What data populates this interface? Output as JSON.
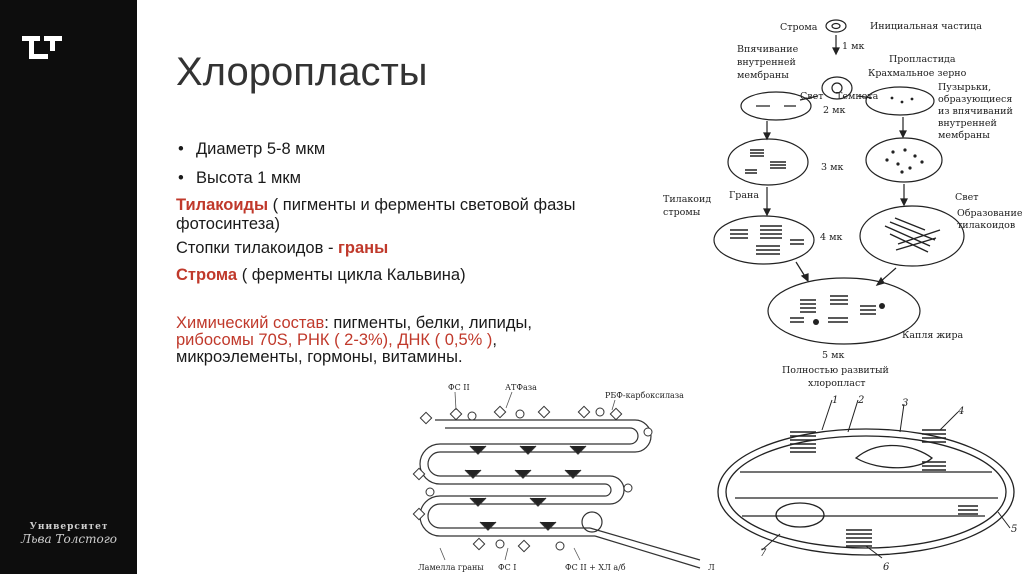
{
  "slide": {
    "title": "Хлоропласты",
    "university": {
      "line1": "Университет",
      "line2": "Льва Толстого"
    },
    "bullets": [
      "Диаметр 5-8 мкм",
      "Высота 1 мкм"
    ],
    "thylakoids": {
      "term": "Тилакоиды",
      "rest": " ( пигменты и ферменты световой фазы фотосинтеза)"
    },
    "stacks": {
      "prefix": "Стопки тилакоидов - ",
      "term": "граны"
    },
    "stroma": {
      "term": "Строма",
      "rest": " ( ферменты цикла Кальвина)"
    },
    "chem": {
      "term": "Химический состав",
      "part1": ": пигменты, белки, липиды,",
      "part2": "рибосомы 70S, РНК ( 2-3%), ДНК ( 0,5% )",
      "part3": ",",
      "part4": "микроэлементы, гормоны, витамины."
    }
  },
  "dev_diagram": {
    "labels": {
      "stroma": "Строма",
      "initial": "Инициальная частица",
      "step1": "1 мк",
      "invagination": "Впячивание внутренней мембраны",
      "proplastid": "Пропластида",
      "starch": "Крахмальное зерно",
      "light": "Свет",
      "dark": "Темнота",
      "step2": "2 мк",
      "vesicles": "Пузырьки, образующиеся из впячиваний внутренней мембраны",
      "step3": "3 мк",
      "grana": "Грана",
      "stroma_thylakoid": "Тилакоид стромы",
      "light2": "Свет",
      "formation": "Образование тилакоидов",
      "step4": "4 мк",
      "fat": "Капля жира",
      "step5": "5 мк",
      "mature": "Полностью развитый хлоропласт"
    },
    "numbers": [
      "1",
      "2",
      "3",
      "4",
      "5",
      "6",
      "7"
    ]
  },
  "membrane_diagram": {
    "labels": {
      "ps2": "ФС II",
      "atp": "АТФаза",
      "rubisco": "РБФ-карбоксилаза",
      "lamella": "Ламелла граны",
      "ps1": "ФС I",
      "ps2b": "ФС II + ХЛ а/б",
      "corner": "Л"
    }
  },
  "colors": {
    "accent_red": "#c0392b",
    "sidebar": "#0d0d0d"
  }
}
